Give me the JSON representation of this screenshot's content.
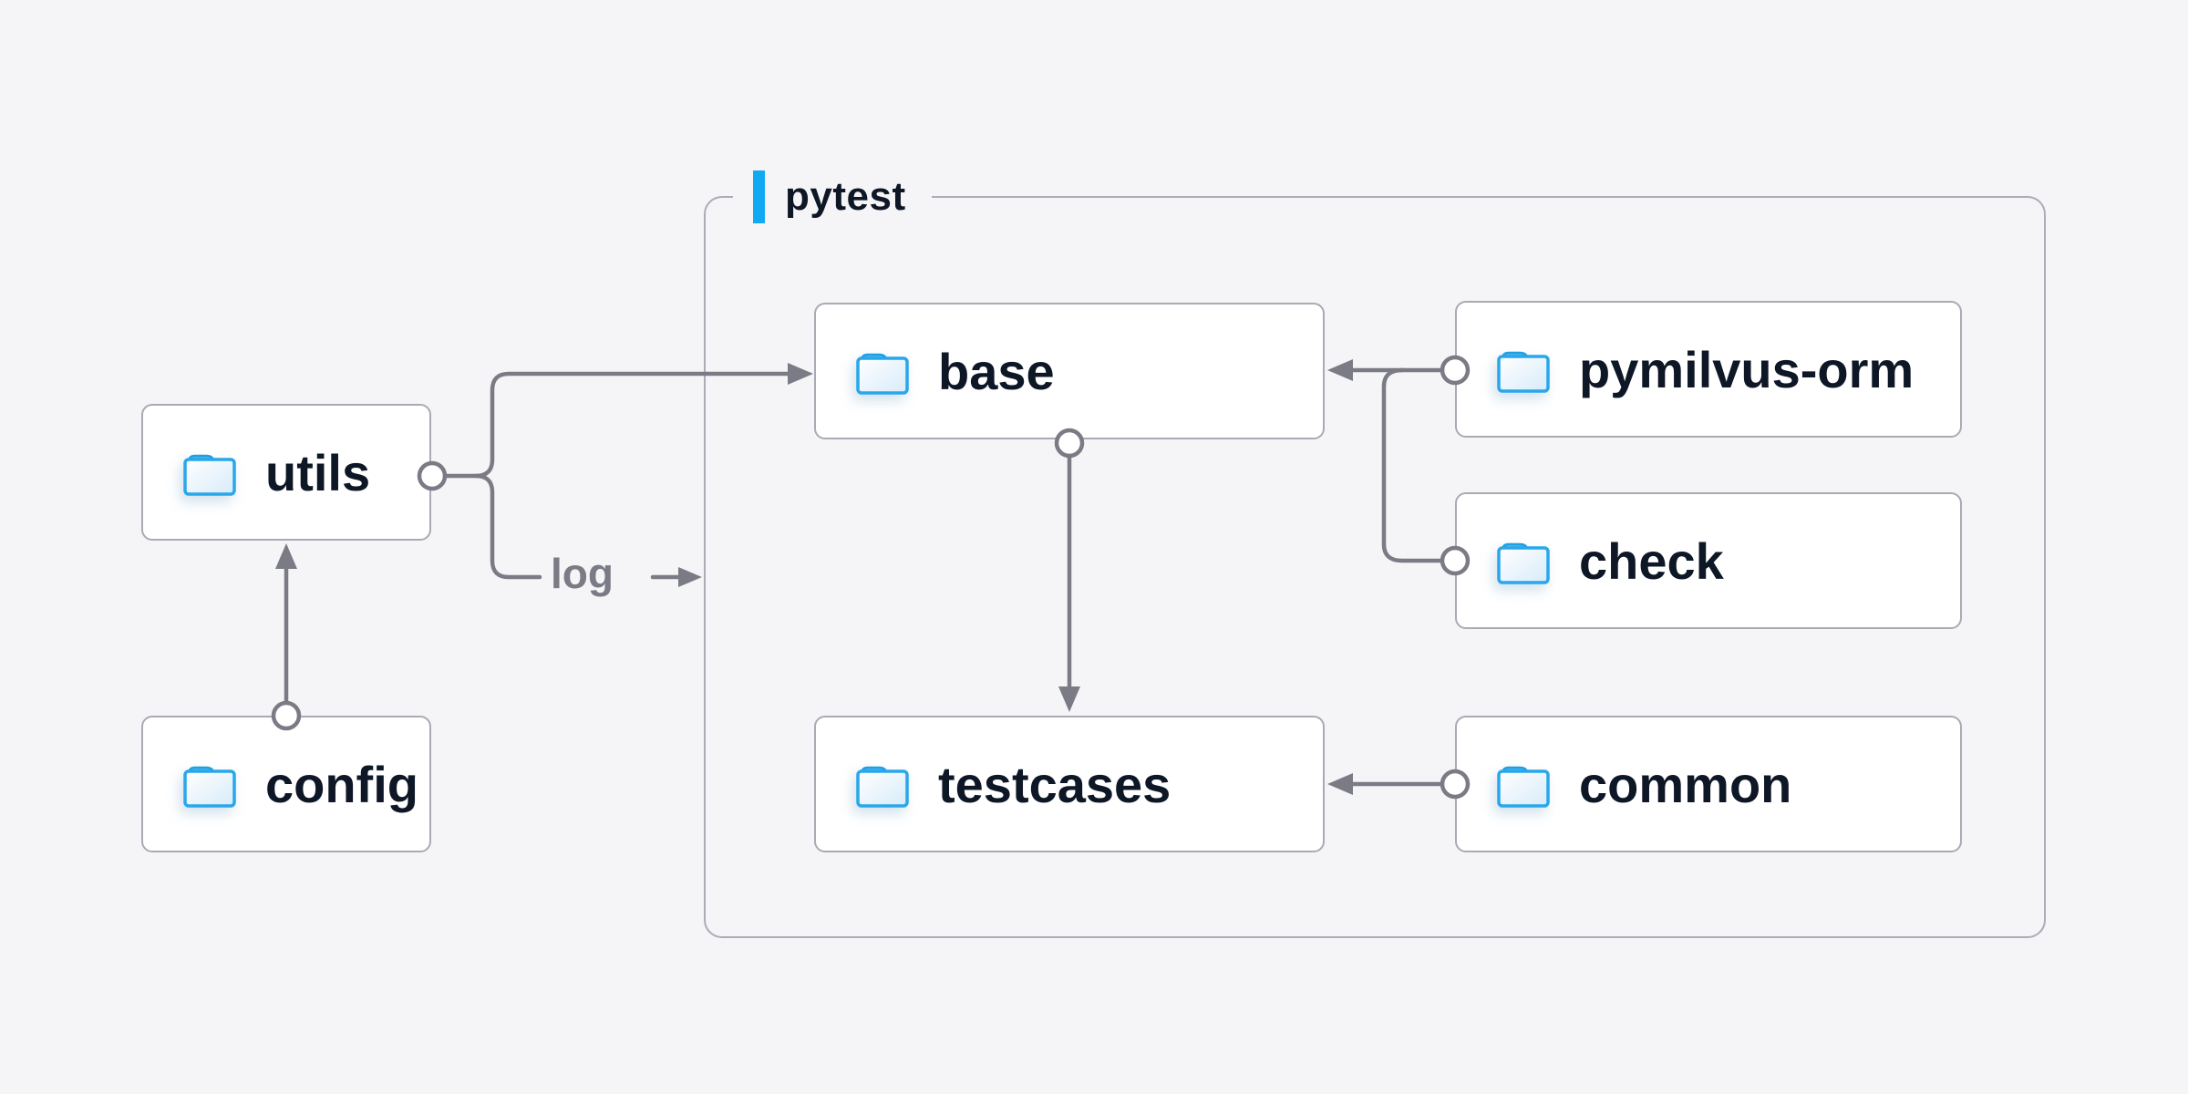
{
  "background_color": "#f5f5f7",
  "group": {
    "label": "pytest",
    "accent_color": "#12a9f3"
  },
  "nodes": {
    "utils": {
      "label": "utils",
      "icon": "folder-icon"
    },
    "config": {
      "label": "config",
      "icon": "folder-icon"
    },
    "base": {
      "label": "base",
      "icon": "folder-icon"
    },
    "pymilvus_orm": {
      "label": "pymilvus-orm",
      "icon": "folder-icon"
    },
    "check": {
      "label": "check",
      "icon": "folder-icon"
    },
    "testcases": {
      "label": "testcases",
      "icon": "folder-icon"
    },
    "common": {
      "label": "common",
      "icon": "folder-icon"
    }
  },
  "edge_label": {
    "text": "log"
  },
  "edges": [
    {
      "from": "config",
      "to": "utils"
    },
    {
      "from": "utils",
      "to": "base"
    },
    {
      "from": "utils",
      "to": "pytest-group",
      "label": "log"
    },
    {
      "from": "pymilvus-orm",
      "to": "base"
    },
    {
      "from": "check",
      "to": "base"
    },
    {
      "from": "base",
      "to": "testcases"
    },
    {
      "from": "common",
      "to": "testcases"
    }
  ],
  "colors": {
    "node_text": "#0e1726",
    "node_border": "#a9aab4",
    "node_background": "#ffffff",
    "group_border": "#abacb6",
    "connector": "#7a7b85",
    "folder_stroke": "#29a7ea",
    "folder_tab": "#55b9ee",
    "accent_blue": "#12a9f3"
  }
}
